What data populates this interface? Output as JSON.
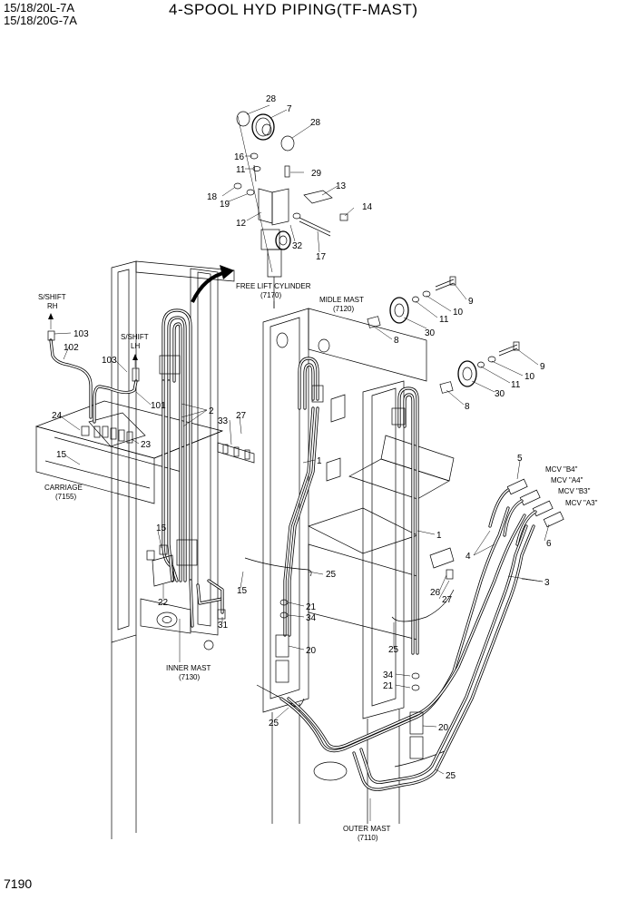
{
  "header": {
    "models": [
      "15/18/20L-7A",
      "15/18/20G-7A"
    ],
    "title": "4-SPOOL HYD PIPING(TF-MAST)",
    "page_number": "7190"
  },
  "assembly_labels": {
    "free_lift_cylinder": [
      "FREE LIFT CYLINDER",
      "(7170)"
    ],
    "midle_mast": [
      "MIDLE MAST",
      "(7120)"
    ],
    "sshift_rh": [
      "S/SHIFT",
      "RH"
    ],
    "sshift_lh": [
      "S/SHIFT",
      "LH"
    ],
    "carriage": [
      "CARRIAGE",
      "(7155)"
    ],
    "inner_mast": [
      "INNER MAST",
      "(7130)"
    ],
    "outer_mast": [
      "OUTER MAST",
      "(7110)"
    ],
    "mcv_b4": "MCV \"B4\"",
    "mcv_a4": "MCV \"A4\"",
    "mcv_b3": "MCV \"B3\"",
    "mcv_a3": "MCV \"A3\""
  },
  "callouts": [
    "28",
    "7",
    "28",
    "16",
    "11",
    "29",
    "13",
    "18",
    "19",
    "14",
    "12",
    "32",
    "17",
    "9",
    "10",
    "11",
    "30",
    "8",
    "9",
    "10",
    "11",
    "30",
    "8",
    "103",
    "102",
    "103",
    "101",
    "2",
    "24",
    "33",
    "27",
    "23",
    "15",
    "1",
    "5",
    "1",
    "4",
    "6",
    "3",
    "15",
    "25",
    "26",
    "27",
    "22",
    "15",
    "21",
    "34",
    "31",
    "20",
    "25",
    "34",
    "21",
    "25",
    "20",
    "25"
  ]
}
